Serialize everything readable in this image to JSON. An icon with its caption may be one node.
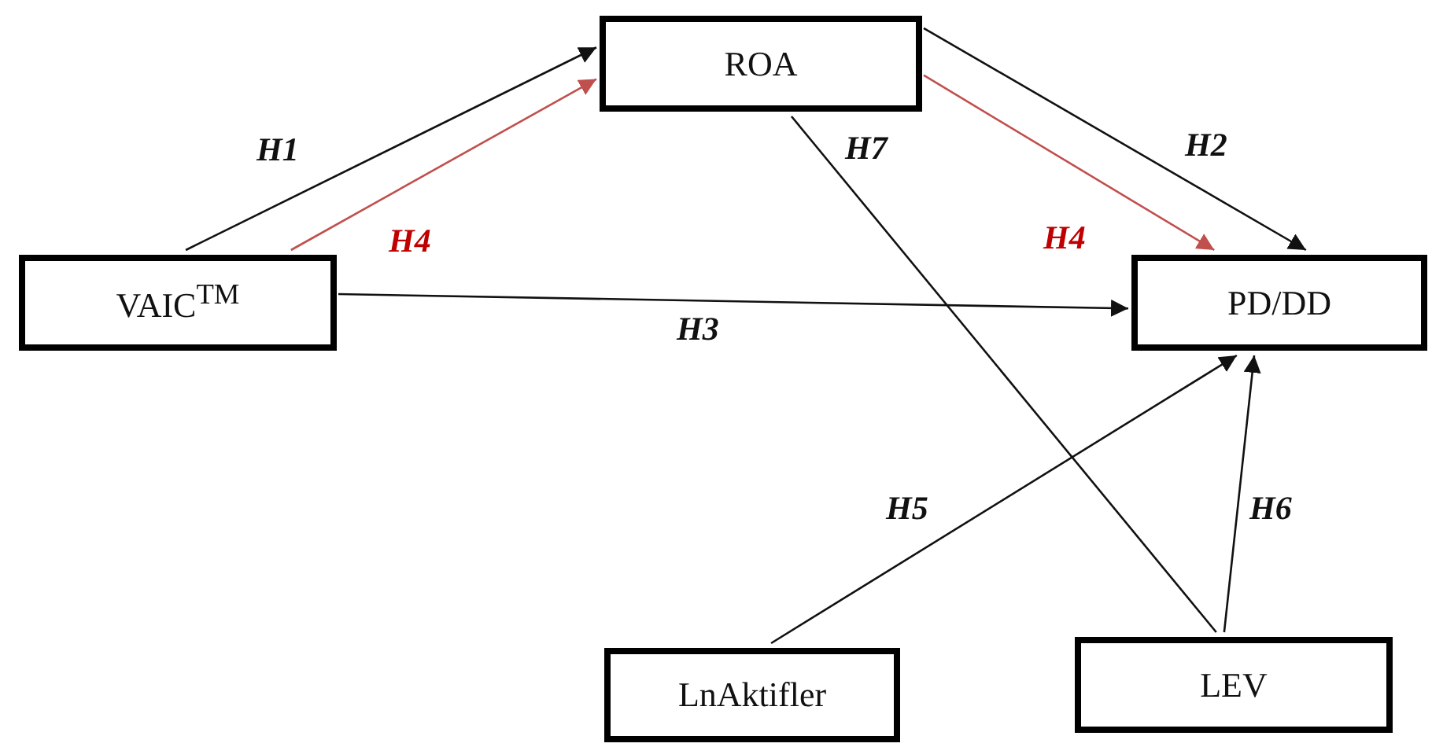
{
  "diagram": {
    "nodes": [
      {
        "text": [
          "ROA"
        ]
      },
      {
        "text": [
          "VAIC$^{TM}$"
        ]
      },
      {
        "text": [
          "PD/DD"
        ]
      },
      {
        "text": [
          "LnAktifler"
        ]
      },
      {
        "text": [
          "LEV"
        ]
      }
    ],
    "edges": [
      {
        "from": 1,
        "to": 0,
        "arrow": "to",
        "label": "H1"
      },
      {
        "from": 1,
        "to": 0,
        "arrow": "to",
        "label": "H4",
        "color": "#c0504d"
      },
      {
        "from": 0,
        "to": 2,
        "arrow": "to",
        "label": "H2"
      },
      {
        "from": 0,
        "to": 2,
        "arrow": "to",
        "label": "H4",
        "color": "#c0504d"
      },
      {
        "from": 1,
        "to": 2,
        "arrow": "to",
        "label": "H3"
      },
      {
        "from": 0,
        "to": 4,
        "arrow": "none",
        "label": "H7"
      },
      {
        "from": 3,
        "to": 2,
        "arrow": "to",
        "label": "H5"
      },
      {
        "from": 4,
        "to": 2,
        "arrow": "to",
        "label": "H6"
      }
    ]
  }
}
